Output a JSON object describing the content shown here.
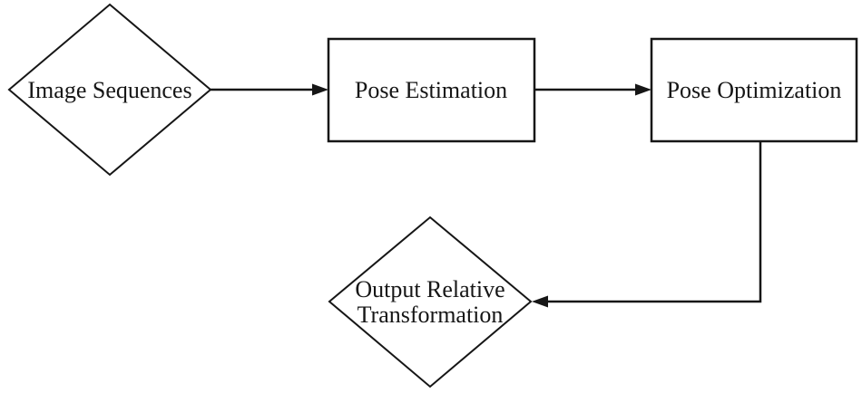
{
  "diagram": {
    "type": "flowchart",
    "background_color": "#ffffff",
    "stroke_color": "#161616",
    "nodes": [
      {
        "id": "image-sequences",
        "shape": "diamond",
        "label": "Image Sequences"
      },
      {
        "id": "pose-estimation",
        "shape": "rectangle",
        "label": "Pose Estimation"
      },
      {
        "id": "pose-optimization",
        "shape": "rectangle",
        "label": "Pose Optimization"
      },
      {
        "id": "output-relative-transformation",
        "shape": "diamond",
        "label": "Output Relative Transformation",
        "label_line1": "Output Relative",
        "label_line2": "Transformation"
      }
    ],
    "edges": [
      {
        "from": "image-sequences",
        "to": "pose-estimation",
        "style": "straight-right-arrow"
      },
      {
        "from": "pose-estimation",
        "to": "pose-optimization",
        "style": "straight-right-arrow"
      },
      {
        "from": "pose-optimization",
        "to": "output-relative-transformation",
        "style": "elbow-down-left-arrow"
      }
    ]
  }
}
